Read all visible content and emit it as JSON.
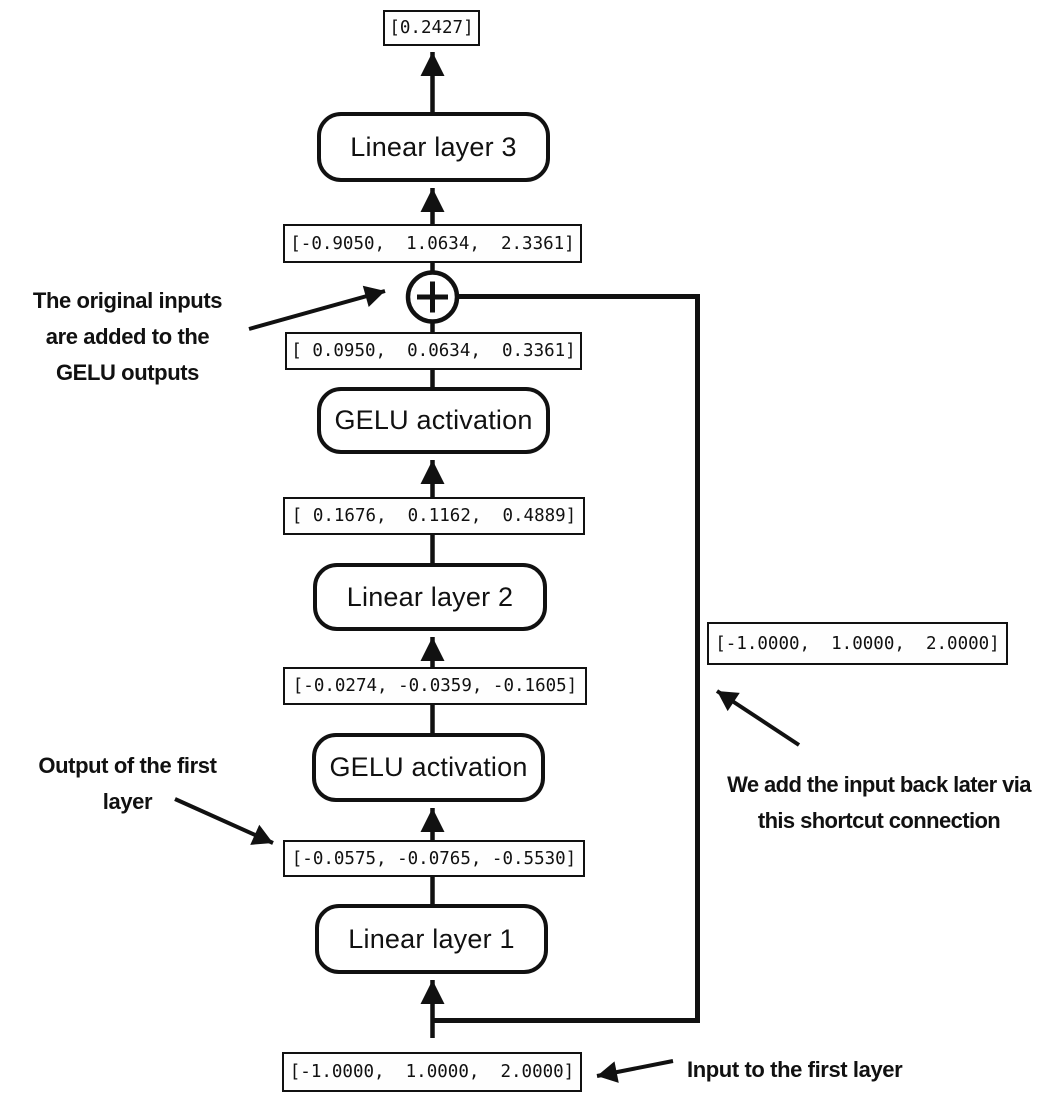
{
  "diagram": {
    "values": {
      "final_output": "[0.2427]",
      "after_add": "[-0.9050,  1.0634,  2.3361]",
      "gelu2_out": "[ 0.0950,  0.0634,  0.3361]",
      "linear2_out": "[ 0.1676,  0.1162,  0.4889]",
      "gelu1_out": "[-0.0274, -0.0359, -0.1605]",
      "linear1_out": "[-0.0575, -0.0765, -0.5530]",
      "input": "[-1.0000,  1.0000,  2.0000]",
      "shortcut": "[-1.0000,  1.0000,  2.0000]"
    },
    "blocks": {
      "linear3": "Linear layer 3",
      "gelu2": "GELU activation",
      "linear2": "Linear layer 2",
      "gelu1": "GELU activation",
      "linear1": "Linear layer 1"
    },
    "operator": "+",
    "icons": {
      "add_operator": "plus-in-circle"
    },
    "annotations": {
      "add_note": {
        "line1": "The original inputs",
        "line2": "are added to the",
        "line3": "GELU outputs"
      },
      "output_note": {
        "line1": "Output of the first",
        "line2": "layer"
      },
      "shortcut_note": {
        "line1": "We add the input back later via",
        "line2": "this shortcut connection"
      },
      "input_note": {
        "line1": "Input to the first layer"
      }
    },
    "colors": {
      "ink": "#111111",
      "background": "#ffffff"
    }
  }
}
